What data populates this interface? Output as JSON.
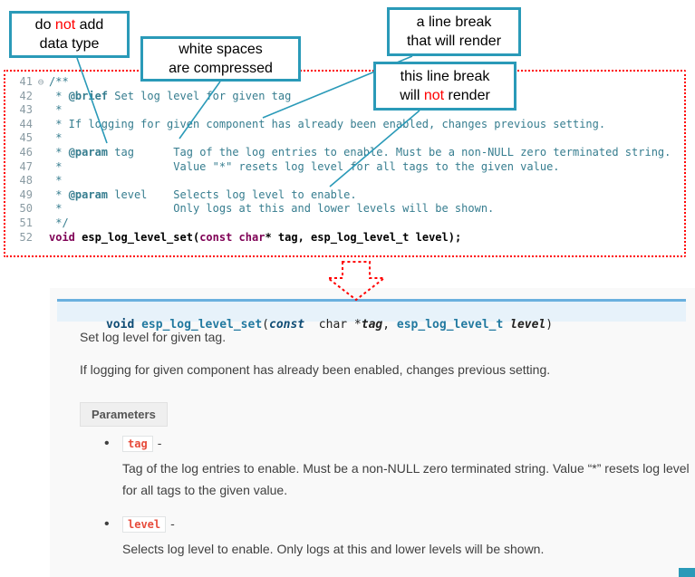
{
  "colors": {
    "callout_border": "#2A9AB8",
    "annotation_red": "#FF0000",
    "comment_teal": "#367D8F",
    "keyword_purple": "#7F0055",
    "signature_top_border": "#6AB0DE",
    "signature_background": "#E7F2FA",
    "doc_background": "#F9F9F9",
    "param_literal_red": "#E74C3C"
  },
  "callouts": {
    "no_datatype": {
      "l1a": "do ",
      "l1_not": "not",
      "l1b": " add",
      "l2": "data type"
    },
    "whitespace": {
      "l1": "white spaces",
      "l2": "are compressed"
    },
    "break_render": {
      "l1": "a line break",
      "l2": "that will render"
    },
    "break_norender": {
      "l1": "this line break",
      "l2a": "will ",
      "l2_not": "not",
      "l2b": " render"
    }
  },
  "editor": {
    "lines": [
      {
        "num": "41",
        "fold": "⊖",
        "segs": [
          {
            "t": "/**",
            "c": "cmt"
          }
        ]
      },
      {
        "num": "42",
        "fold": "",
        "segs": [
          {
            "t": " * ",
            "c": "cmt"
          },
          {
            "t": "@brief",
            "c": "cmtb"
          },
          {
            "t": " Set log level for given tag",
            "c": "cmt"
          }
        ]
      },
      {
        "num": "43",
        "fold": "",
        "segs": [
          {
            "t": " *",
            "c": "cmt"
          }
        ]
      },
      {
        "num": "44",
        "fold": "",
        "segs": [
          {
            "t": " * If logging for given component has already been enabled, changes previous setting.",
            "c": "cmt"
          }
        ]
      },
      {
        "num": "45",
        "fold": "",
        "segs": [
          {
            "t": " *",
            "c": "cmt"
          }
        ]
      },
      {
        "num": "46",
        "fold": "",
        "segs": [
          {
            "t": " * ",
            "c": "cmt"
          },
          {
            "t": "@param",
            "c": "cmtb"
          },
          {
            "t": " tag      Tag of the log entries to enable. Must be a non-NULL zero terminated string.",
            "c": "cmt"
          }
        ]
      },
      {
        "num": "47",
        "fold": "",
        "segs": [
          {
            "t": " *                 Value \"*\" resets log level for all tags to the given value.",
            "c": "cmt"
          }
        ]
      },
      {
        "num": "48",
        "fold": "",
        "segs": [
          {
            "t": " *",
            "c": "cmt"
          }
        ]
      },
      {
        "num": "49",
        "fold": "",
        "segs": [
          {
            "t": " * ",
            "c": "cmt"
          },
          {
            "t": "@param",
            "c": "cmtb"
          },
          {
            "t": " level    Selects log level to enable.",
            "c": "cmt"
          }
        ]
      },
      {
        "num": "50",
        "fold": "",
        "segs": [
          {
            "t": " *                 Only logs at this and lower levels will be shown.",
            "c": "cmt"
          }
        ]
      },
      {
        "num": "51",
        "fold": "",
        "segs": [
          {
            "t": " */",
            "c": "cmt"
          }
        ]
      },
      {
        "num": "52",
        "fold": "",
        "segs": [
          {
            "t": "void",
            "c": "kw"
          },
          {
            "t": " esp_log_level_set(",
            "c": "pln"
          },
          {
            "t": "const",
            "c": "kw"
          },
          {
            "t": " ",
            "c": "pln"
          },
          {
            "t": "char",
            "c": "kw"
          },
          {
            "t": "* tag, esp_log_level_t level);",
            "c": "pln"
          }
        ]
      }
    ]
  },
  "doc": {
    "signature": {
      "ret": "void ",
      "name": "esp_log_level_set",
      "open": "(",
      "const_kw": "const",
      "char_part": "  char *",
      "arg1": "tag",
      "comma": ", ",
      "type2": "esp_log_level_t ",
      "arg2": "level",
      "close": ")"
    },
    "p1": "Set log level for given tag.",
    "p2": "If logging for given component has already been enabled, changes previous setting.",
    "parameters_label": "Parameters",
    "params": [
      {
        "name": "tag",
        "dash": "-",
        "desc": "Tag of the log entries to enable. Must be a non-NULL zero terminated string. Value “*” resets log level for all tags to the given value."
      },
      {
        "name": "level",
        "dash": "-",
        "desc": "Selects log level to enable. Only logs at this and lower levels will be shown."
      }
    ]
  }
}
